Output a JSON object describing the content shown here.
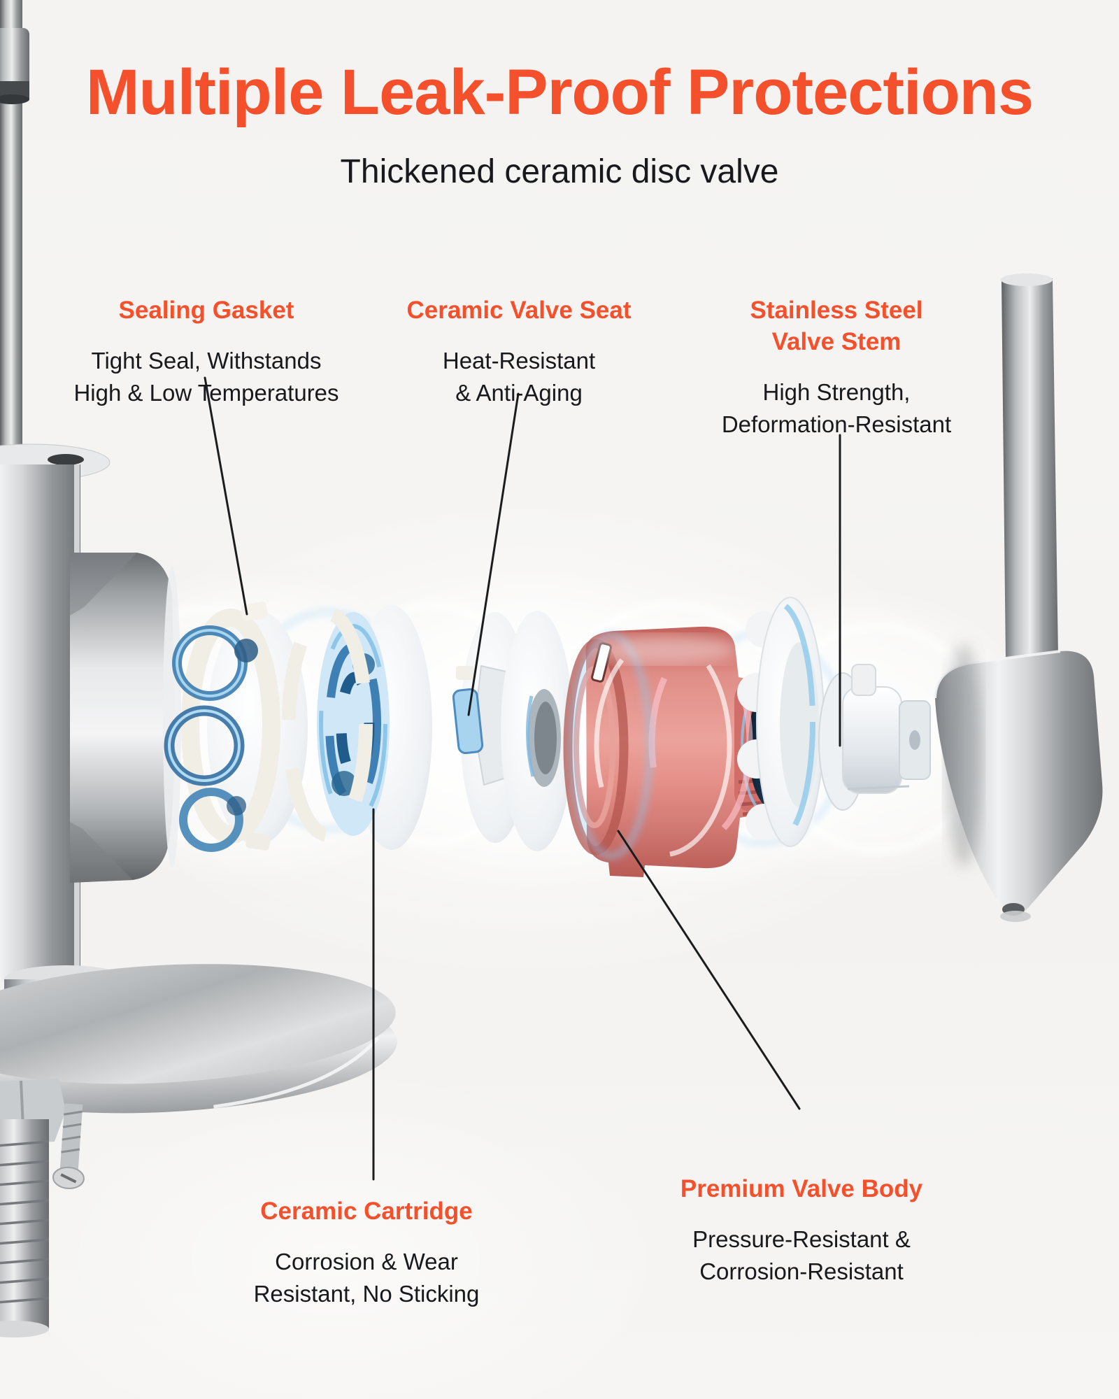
{
  "header": {
    "title": "Multiple Leak-Proof Protections",
    "subtitle": "Thickened ceramic disc valve"
  },
  "callouts": {
    "sealing_gasket": {
      "heading": "Sealing Gasket",
      "body": [
        "Tight Seal, Withstands",
        "High & Low Temperatures"
      ]
    },
    "ceramic_valve_seat": {
      "heading": "Ceramic Valve Seat",
      "body": [
        "Heat-Resistant",
        "& Anti-Aging"
      ]
    },
    "valve_stem": {
      "heading": [
        "Stainless Steel",
        "Valve Stem"
      ],
      "body": [
        "High Strength,",
        "Deformation-Resistant"
      ]
    },
    "ceramic_cartridge": {
      "heading": "Ceramic Cartridge",
      "body": [
        "Corrosion & Wear",
        "Resistant, No Sticking"
      ]
    },
    "valve_body": {
      "heading": "Premium Valve Body",
      "body": [
        "Pressure-Resistant &",
        "Corrosion-Resistant"
      ]
    }
  },
  "colors": {
    "accent_orange": "#f4502b",
    "text_black": "#17191c",
    "leader_line": "#1a1c1e",
    "background": "#f4f3f1",
    "metal_light": "#f1f2f3",
    "metal_dark": "#6f7275",
    "valve_body_red": "#e08f88",
    "bore_navy": "#15293c",
    "glow_blue": "#8ec9ee",
    "part_white": "#f2f4f6"
  }
}
